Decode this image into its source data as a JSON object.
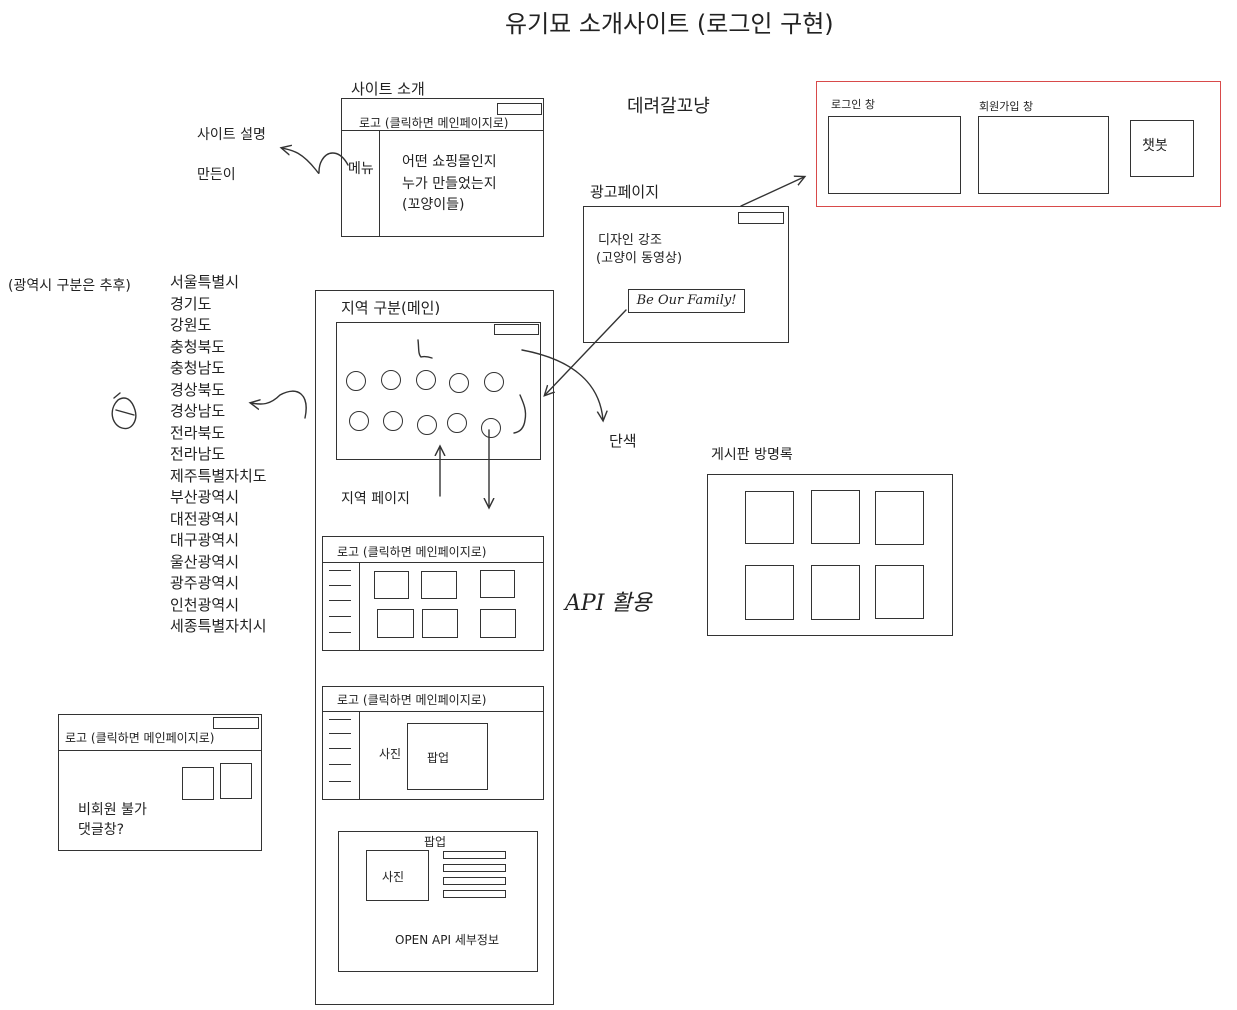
{
  "title": "유기묘 소개사이트 (로그인 구현)",
  "site_intro": {
    "heading": "사이트 소개",
    "logo_bar": "로고 (클릭하면 메인페이지로)",
    "menu_label": "메뉴",
    "content_lines": [
      "어떤 쇼핑몰인지",
      "누가 만들었는지",
      "(꼬양이들)"
    ],
    "side_notes": [
      "사이트 설명",
      "만든이"
    ]
  },
  "brand_name": "데려갈꼬냥",
  "ad_page": {
    "heading": "광고페이지",
    "design_lines": [
      "디자인 강조",
      "(고양이 동영상)"
    ],
    "cta_button": "Be Our Family!"
  },
  "auth_panel": {
    "login_label": "로그인 창",
    "signup_label": "회원가입 창",
    "chatbot_label": "챗봇"
  },
  "region_main": {
    "heading": "지역 구분(메인)",
    "region_page_label": "지역 페이지",
    "note_solid": "단색",
    "api_note": "API 활용"
  },
  "region_list": {
    "note": "(광역시 구분은 추후)",
    "items": [
      "서울특별시",
      "경기도",
      "강원도",
      "충청북도",
      "충청남도",
      "경상북도",
      "경상남도",
      "전라북도",
      "전라남도",
      "제주특별자치도",
      "부산광역시",
      "대전광역시",
      "대구광역시",
      "울산광역시",
      "광주광역시",
      "인천광역시",
      "세종특별자치시"
    ]
  },
  "list_page": {
    "logo_bar": "로고 (클릭하면 메인페이지로)"
  },
  "detail_page": {
    "logo_bar": "로고 (클릭하면 메인페이지로)",
    "photo_label": "사진",
    "popup_label": "팝업"
  },
  "popup_detail": {
    "heading": "팝업",
    "photo_label": "사진",
    "open_api_note": "OPEN API 세부정보"
  },
  "board": {
    "heading": "게시판 방명록"
  },
  "guestbook": {
    "logo_bar": "로고 (클릭하면 메인페이지로)",
    "note_lines": [
      "비회원 불가",
      "댓글창?"
    ]
  }
}
